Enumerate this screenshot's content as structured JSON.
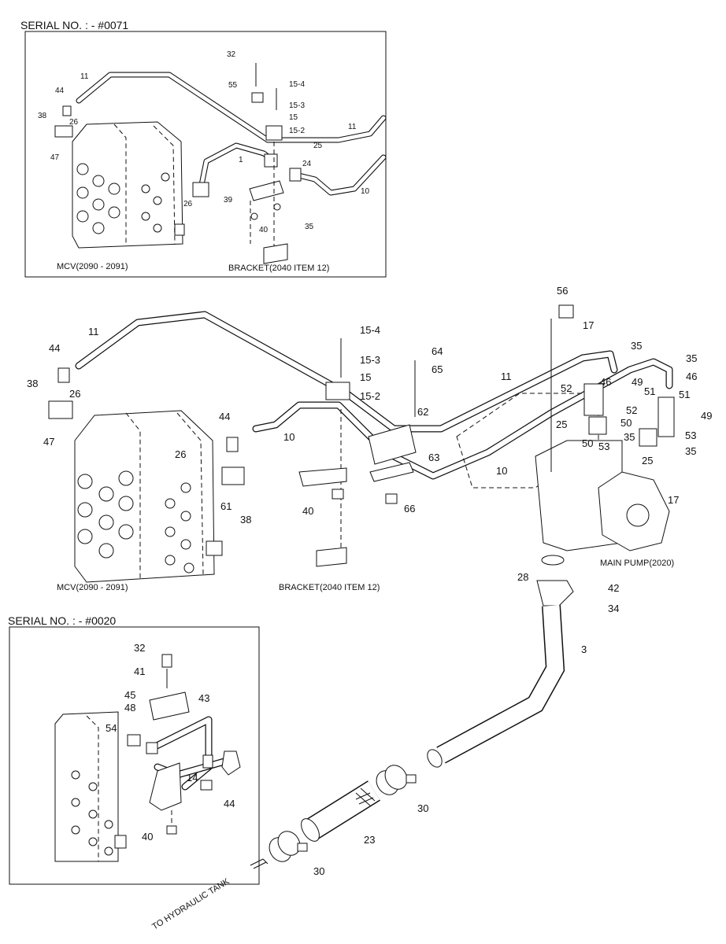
{
  "inset_top": {
    "serial": "SERIAL NO. :  - #0071",
    "labels": [
      "32",
      "55",
      "15-4",
      "15-3",
      "15",
      "15-2",
      "11",
      "44",
      "38",
      "26",
      "47",
      "11",
      "25",
      "24",
      "1",
      "10",
      "26",
      "39",
      "40",
      "35"
    ],
    "captions": [
      "MCV(2090 - 2091)",
      "BRACKET(2040 ITEM 12)"
    ]
  },
  "main": {
    "labels": [
      "56",
      "17",
      "11",
      "44",
      "15-4",
      "15-3",
      "15",
      "15-2",
      "64",
      "65",
      "35",
      "35",
      "46",
      "38",
      "26",
      "47",
      "62",
      "63",
      "11",
      "52",
      "46",
      "49",
      "51",
      "51",
      "49",
      "52",
      "50",
      "53",
      "35",
      "10",
      "25",
      "50",
      "25",
      "53",
      "35",
      "26",
      "44",
      "61",
      "38",
      "40",
      "66",
      "10",
      "17",
      "28",
      "42",
      "34",
      "3"
    ],
    "captions": [
      "MCV(2090 - 2091)",
      "BRACKET(2040 ITEM 12)",
      "MAIN PUMP(2020)"
    ]
  },
  "inset_bottom": {
    "serial": "SERIAL NO. :  - #0020",
    "labels": [
      "32",
      "41",
      "45",
      "48",
      "43",
      "54",
      "14",
      "44",
      "40"
    ]
  },
  "hose": {
    "labels": [
      "30",
      "23",
      "30"
    ],
    "caption": "TO HYDRAULIC TANK"
  }
}
